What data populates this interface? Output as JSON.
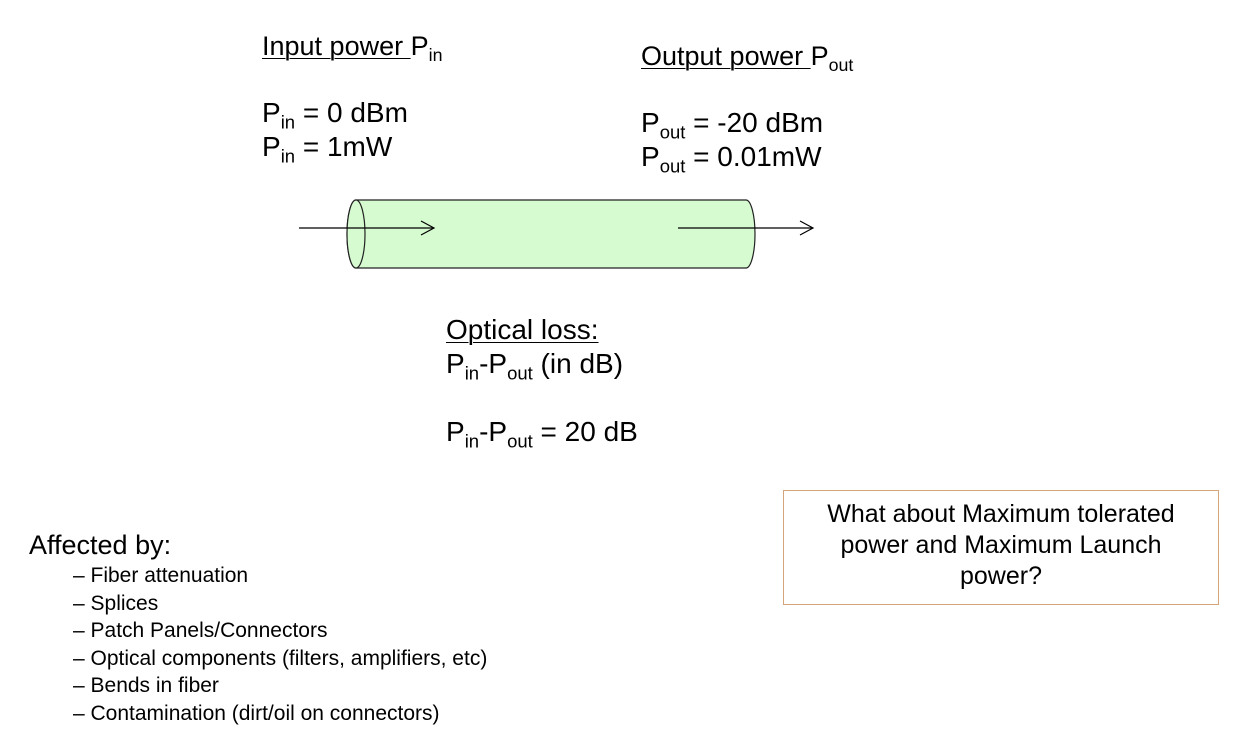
{
  "input": {
    "heading": "Input power ",
    "heading_sym": "P",
    "heading_sub": "in",
    "line1": {
      "sym": "P",
      "sub": "in",
      "rest": " = 0 dBm"
    },
    "line2": {
      "sym": "P",
      "sub": "in",
      "rest": " = 1mW"
    }
  },
  "output": {
    "heading": "Output power ",
    "heading_sym": "P",
    "heading_sub": "out",
    "line1": {
      "sym": "P",
      "sub": "out",
      "rest": " = -20 dBm"
    },
    "line2": {
      "sym": "P",
      "sub": "out",
      "rest": " = 0.01mW"
    }
  },
  "loss": {
    "heading": "Optical loss:",
    "formula": {
      "a": "P",
      "a_sub": "in",
      "dash": "-",
      "b": "P",
      "b_sub": "out",
      "rest": " (in dB)"
    },
    "result": {
      "a": "P",
      "a_sub": "in",
      "dash": "-",
      "b": "P",
      "b_sub": "out",
      "rest": " = 20 dB"
    }
  },
  "note": {
    "text": "What about Maximum tolerated power and Maximum Launch power?"
  },
  "affected": {
    "title": "Affected by:",
    "items": [
      "– Fiber attenuation",
      "– Splices",
      "– Patch Panels/Connectors",
      "– Optical components (filters, amplifiers, etc)",
      "– Bends in fiber",
      "– Contamination (dirt/oil on connectors)"
    ]
  },
  "colors": {
    "fiber_fill": "#d6fbd0",
    "fiber_stroke": "#222222",
    "note_border": "#d4a57a"
  },
  "icons": [
    "input-arrow-icon",
    "output-arrow-icon",
    "fiber-cylinder-icon"
  ]
}
